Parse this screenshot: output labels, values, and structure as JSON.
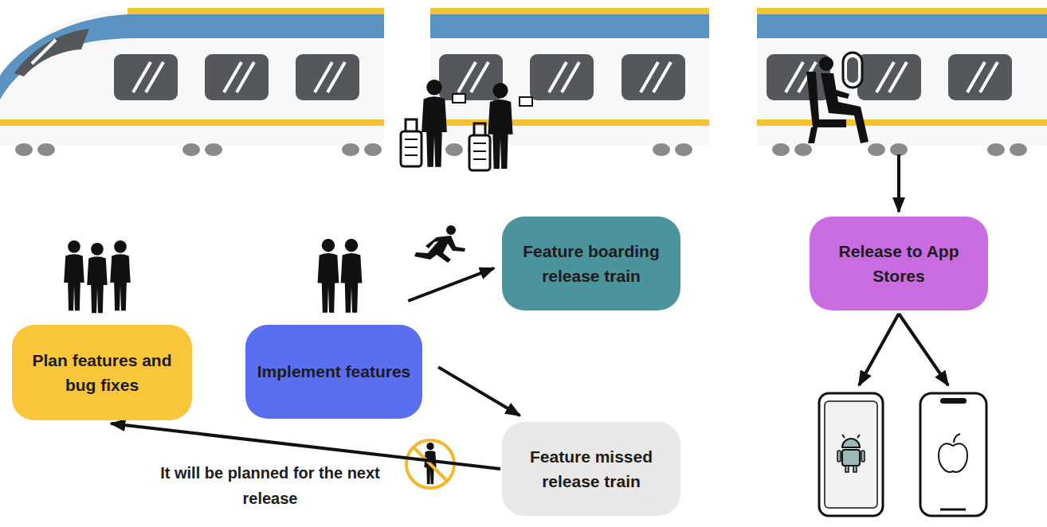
{
  "diagram": {
    "nodes": [
      {
        "text": [
          "Plan features and bug fixes"
        ]
      },
      {
        "text": [
          "Implement features"
        ]
      },
      {
        "text": [
          "Feature boarding release train"
        ]
      },
      {
        "text": [
          "Feature missed release train"
        ]
      },
      {
        "text": [
          "Release to App Stores"
        ]
      }
    ],
    "edges": [
      {
        "from": 1,
        "to": 2,
        "arrow": "to"
      },
      {
        "from": 1,
        "to": 3,
        "arrow": "to"
      },
      {
        "from": 3,
        "to": 0,
        "label": "It will be planned for the next release",
        "arrow": "to"
      }
    ]
  }
}
